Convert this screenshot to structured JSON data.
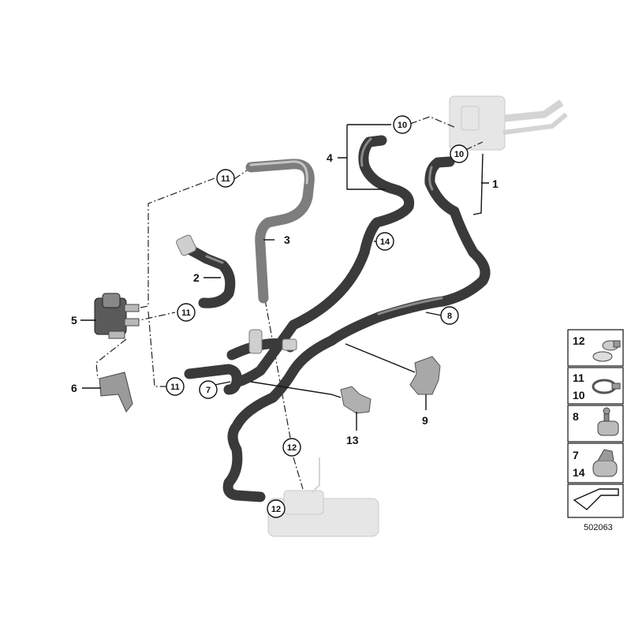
{
  "callouts": {
    "c1": "1",
    "c2": "2",
    "c3": "3",
    "c4": "4",
    "c5": "5",
    "c6": "6",
    "c7": "7",
    "c8": "8",
    "c9": "9",
    "c10a": "10",
    "c10b": "10",
    "c11a": "11",
    "c11b": "11",
    "c11c": "11",
    "c12a": "12",
    "c12b": "12",
    "c13": "13",
    "c14": "14"
  },
  "legend": {
    "row1": [
      "12"
    ],
    "row2": [
      "11",
      "10"
    ],
    "row3": [
      "8"
    ],
    "row4": [
      "7",
      "14"
    ]
  },
  "reference_number": "502063",
  "colors": {
    "hose_dark": "#3a3a3a",
    "hose_grey": "#7d7d7d",
    "ghost": "#e6e6e6"
  }
}
